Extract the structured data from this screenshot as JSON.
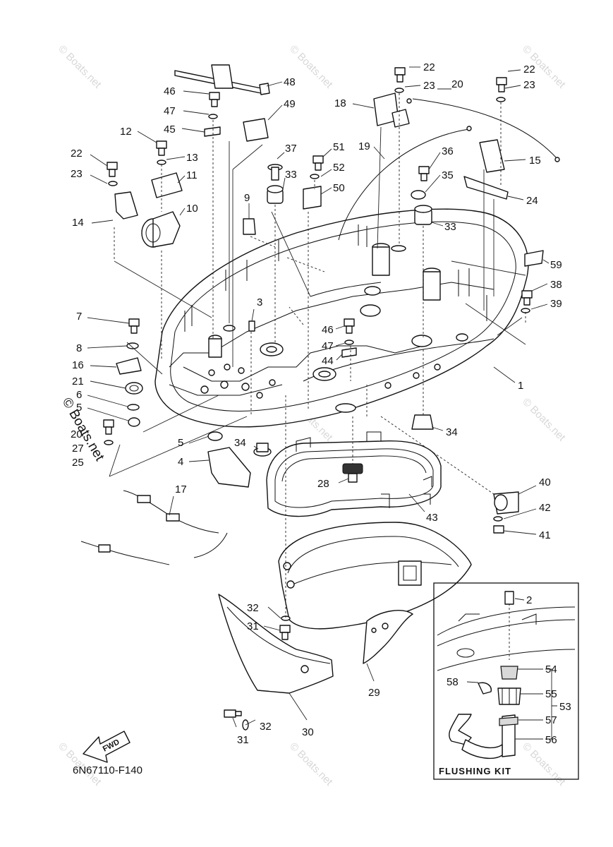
{
  "diagram": {
    "drawing_code": "6N67110-F140",
    "flushing_kit_title": "FLUSHING KIT",
    "fwd_label": "FWD",
    "watermark_text": "© Boats.net",
    "callouts": [
      "22",
      "23",
      "20",
      "22",
      "23",
      "48",
      "46",
      "18",
      "47",
      "49",
      "45",
      "12",
      "19",
      "15",
      "37",
      "51",
      "36",
      "13",
      "22",
      "52",
      "35",
      "23",
      "11",
      "33",
      "50",
      "24",
      "10",
      "9",
      "14",
      "33",
      "59",
      "38",
      "3",
      "39",
      "7",
      "46",
      "47",
      "8",
      "44",
      "16",
      "1",
      "21",
      "6",
      "5",
      "34",
      "20",
      "27",
      "25",
      "5",
      "34",
      "4",
      "28",
      "40",
      "17",
      "43",
      "42",
      "41",
      "32",
      "31",
      "29",
      "2",
      "54",
      "58",
      "55",
      "53",
      "57",
      "56",
      "32",
      "31",
      "30"
    ]
  }
}
